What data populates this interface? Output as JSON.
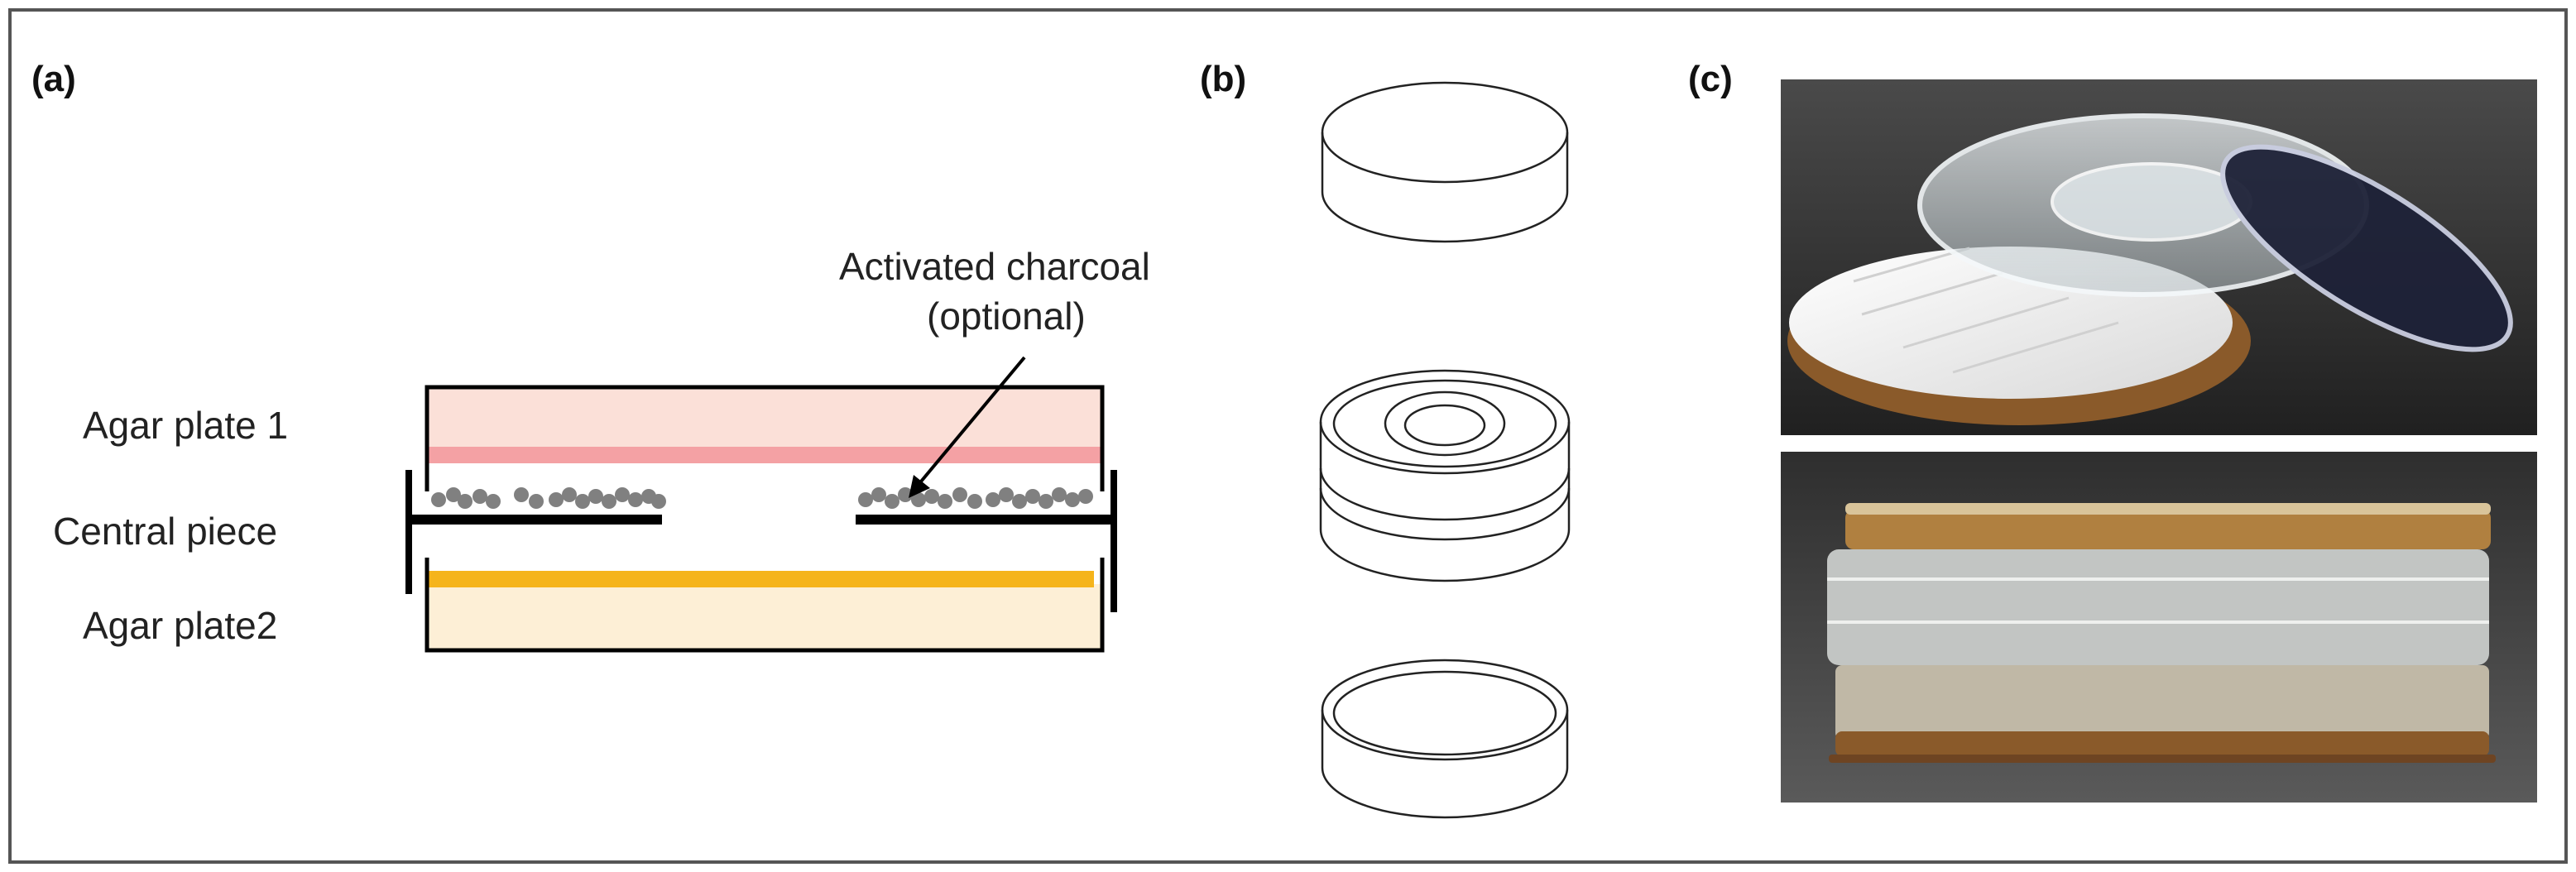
{
  "panels": {
    "a": {
      "letter": "(a)",
      "labels": {
        "agar_plate_1": "Agar plate 1",
        "central_piece": "Central piece",
        "agar_plate_2": "Agar plate2",
        "charcoal_line1": "Activated charcoal",
        "charcoal_line2": "(optional)"
      },
      "colors": {
        "plate1_fill": "#fbe0d8",
        "plate1_layer": "#f4a1a4",
        "plate2_fill": "#fdefd6",
        "plate2_layer": "#f5b41b",
        "charcoal": "#808080",
        "outline": "#000000"
      }
    },
    "b": {
      "letter": "(b)"
    },
    "c": {
      "letter": "(c)",
      "colors": {
        "photo_background": "#3a3a3a",
        "agar_brown": "#8a5a2a",
        "mycelium_white": "#f2f2f2"
      }
    }
  }
}
